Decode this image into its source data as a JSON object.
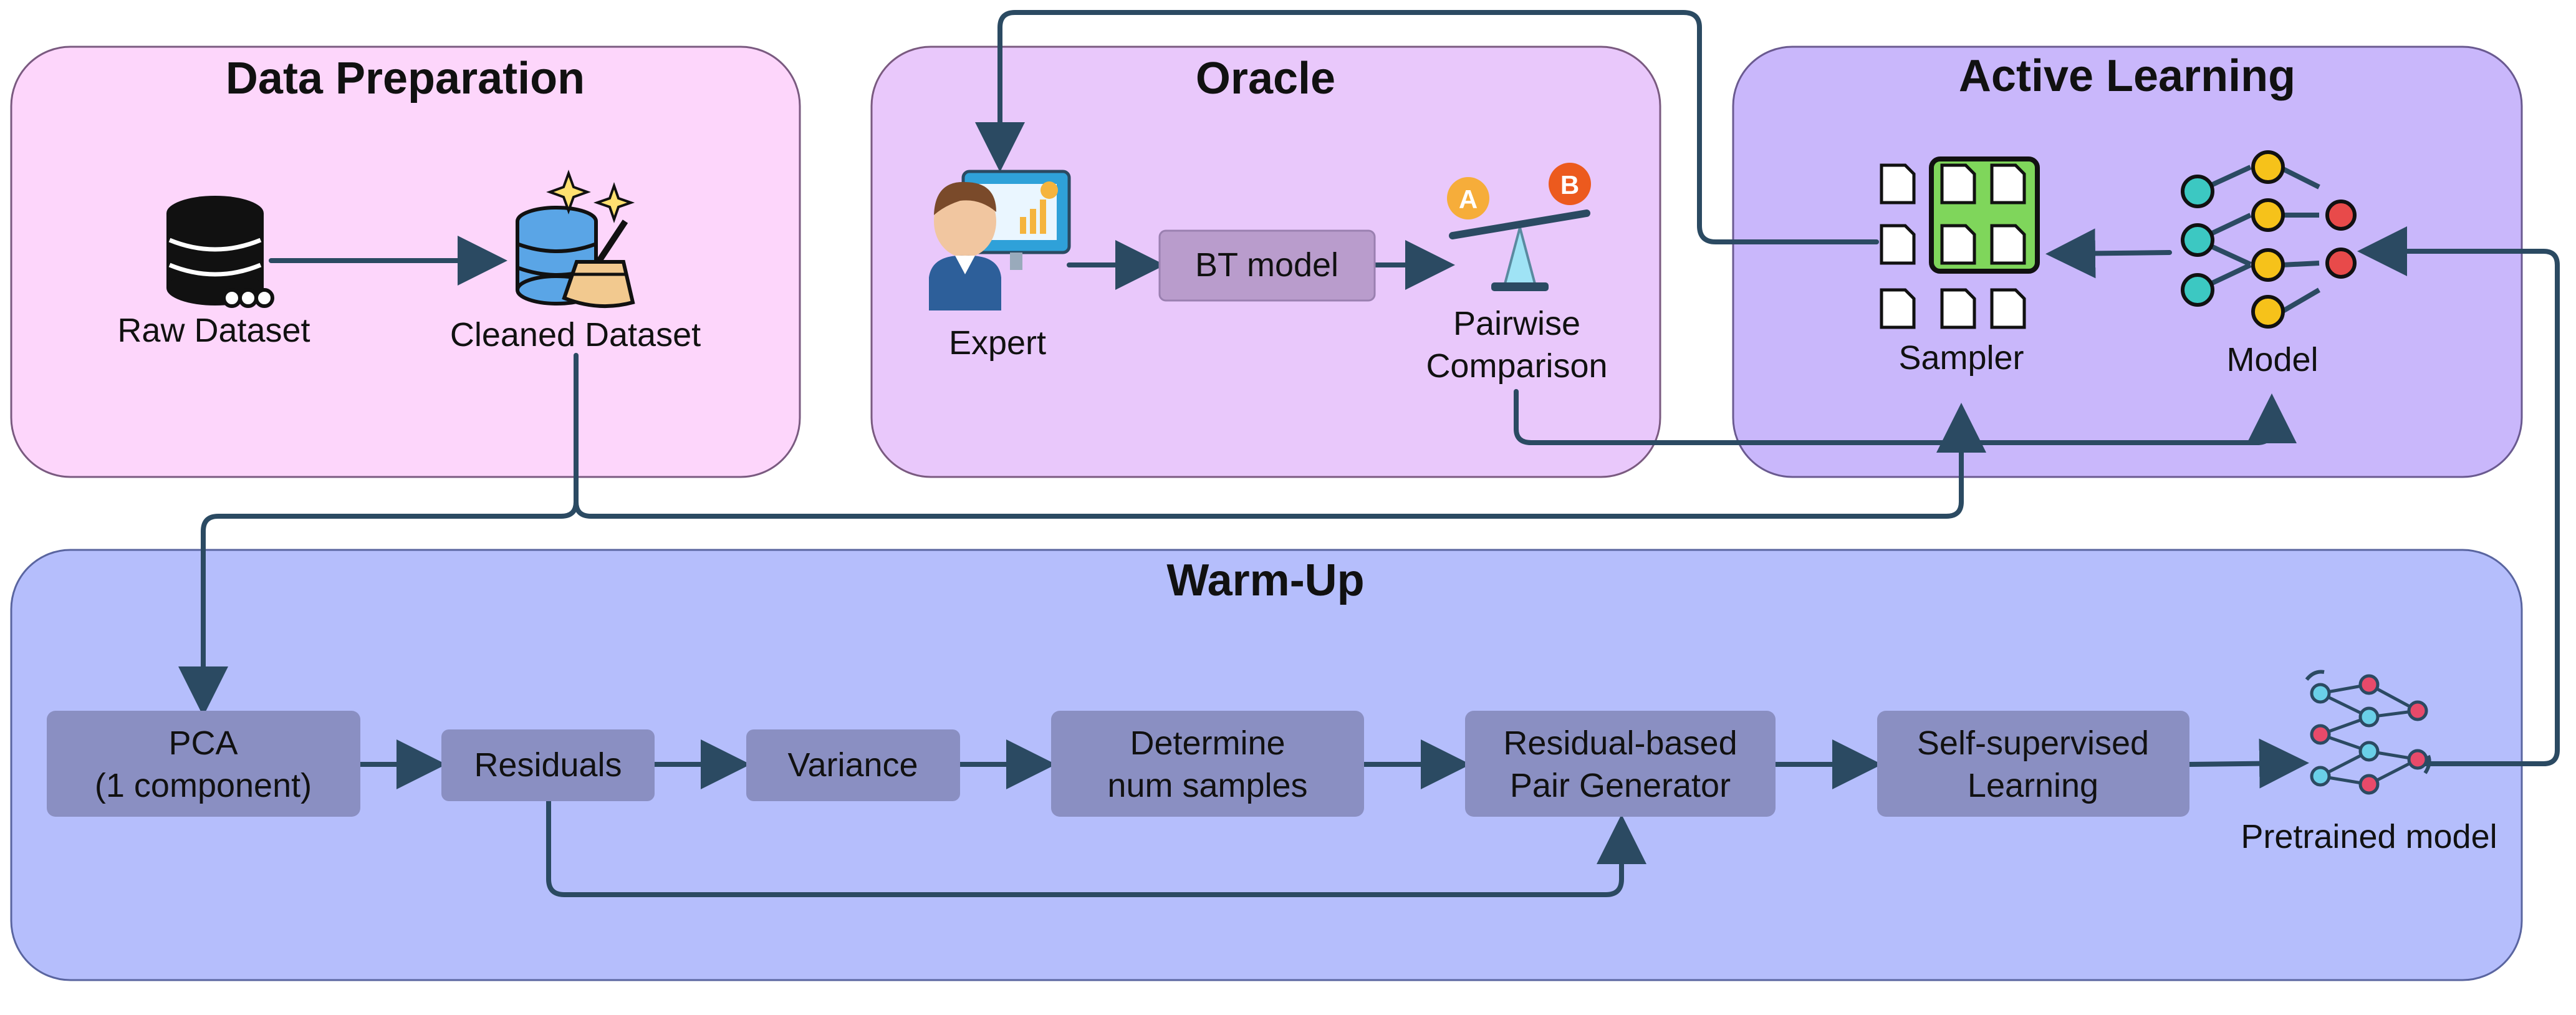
{
  "panels": {
    "data_prep": {
      "title": "Data Preparation",
      "color": "#fdd6fb"
    },
    "oracle": {
      "title": "Oracle",
      "color": "#e9c8fb"
    },
    "active": {
      "title": "Active Learning",
      "color": "#c9b7fb"
    },
    "warmup": {
      "title": "Warm-Up",
      "color": "#b5befc"
    }
  },
  "nodes": {
    "raw_dataset": "Raw Dataset",
    "cleaned_dataset": "Cleaned Dataset",
    "expert": "Expert",
    "bt_model": "BT model",
    "pairwise_line1": "Pairwise",
    "pairwise_line2": "Comparison",
    "sampler": "Sampler",
    "model": "Model",
    "pca_line1": "PCA",
    "pca_line2": "(1 component)",
    "residuals": "Residuals",
    "variance": "Variance",
    "determine_line1": "Determine",
    "determine_line2": "num samples",
    "pairgen_line1": "Residual-based",
    "pairgen_line2": "Pair Generator",
    "ssl_line1": "Self-supervised",
    "ssl_line2": "Learning",
    "pretrained": "Pretrained model"
  },
  "badges": {
    "a": "A",
    "b": "B"
  },
  "icons": [
    "database-icon",
    "clean-database-icon",
    "expert-icon",
    "balance-scale-icon",
    "document-grid-icon",
    "neural-network-icon",
    "pretrained-network-icon"
  ],
  "colors": {
    "arrow": "#2b4a62",
    "step_box": "#8a8fc2",
    "bt_box": "#b99ccc",
    "badge_a": "#f6ad3a",
    "badge_b": "#ec5a1e",
    "sampler_highlight": "#7fd65b"
  }
}
